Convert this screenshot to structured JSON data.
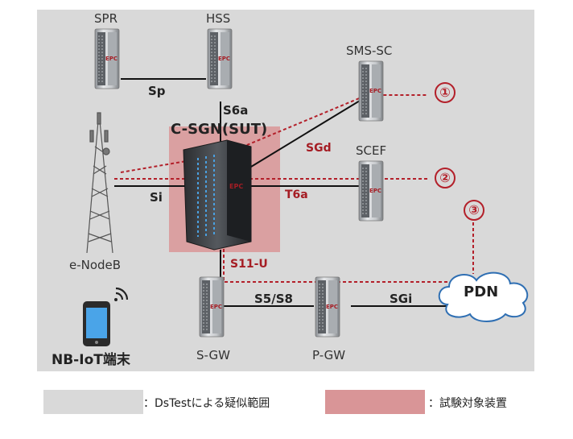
{
  "nodes": {
    "spr": "SPR",
    "hss": "HSS",
    "sms_sc": "SMS-SC",
    "csgn": "C-SGN(SUT)",
    "scef": "SCEF",
    "enodeb": "e-NodeB",
    "sgw": "S-GW",
    "pgw": "P-GW",
    "pdn": "PDN",
    "device": "NB-IoT端末",
    "epc_tag": "EPC"
  },
  "interfaces": {
    "sp": "Sp",
    "s6a": "S6a",
    "sgd": "SGd",
    "si": "Si",
    "t6a": "T6a",
    "s11u": "S11-U",
    "s5s8": "S5/S8",
    "sgi": "SGi"
  },
  "markers": [
    "①",
    "②",
    "③"
  ],
  "legend": {
    "gray_label": "：DsTestによる疑似範囲",
    "red_label": "：試験対象装置"
  },
  "colors": {
    "emulated_area": "#d9d9d9",
    "sut_area": "#d99597",
    "path": "#b3202a"
  }
}
